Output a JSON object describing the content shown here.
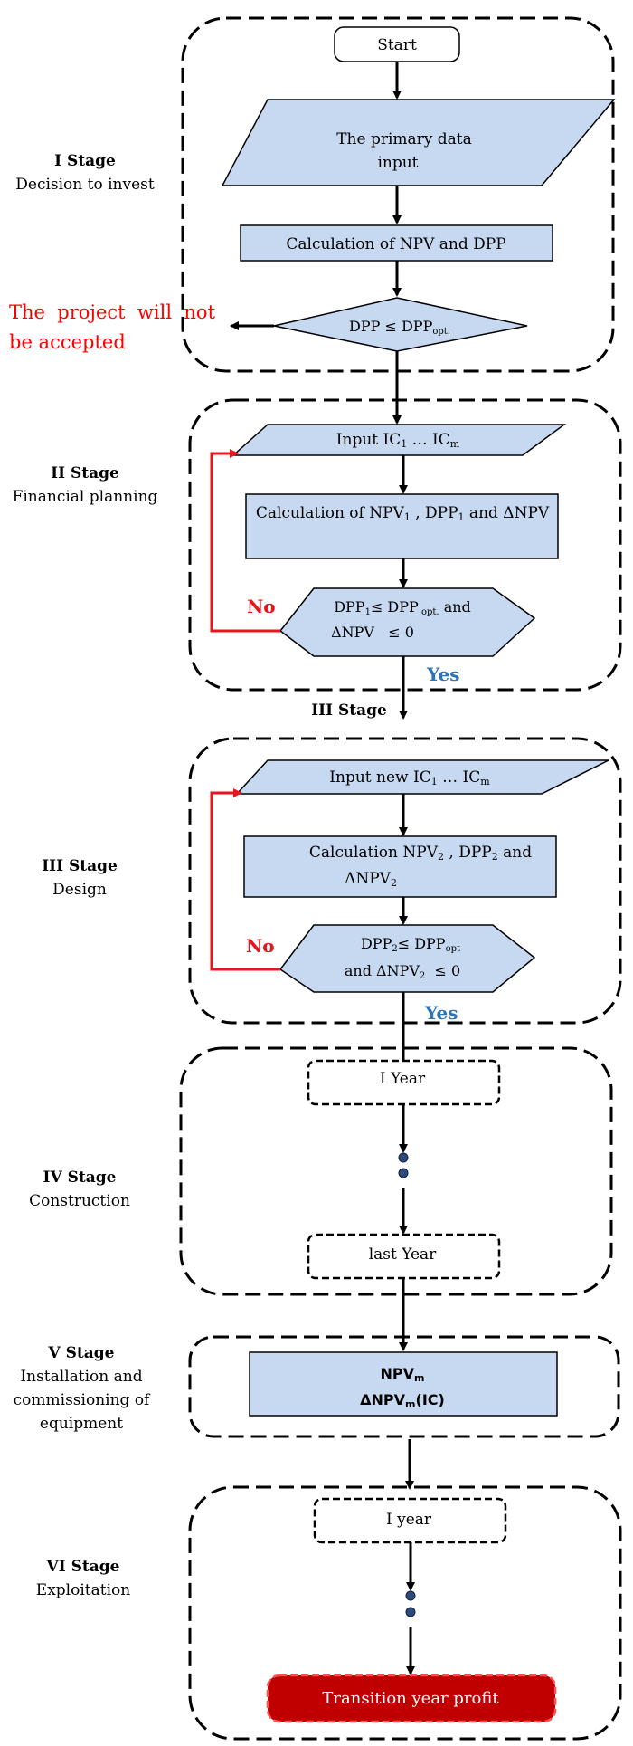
{
  "stages": [
    {
      "numeral": "I Stage",
      "caption": "Decision to invest"
    },
    {
      "numeral": "II Stage",
      "caption": "Financial planning"
    },
    {
      "numeral": "III Stage",
      "caption": "Design"
    },
    {
      "numeral": "IV Stage",
      "caption": "Construction"
    },
    {
      "numeral": "V Stage",
      "caption_lines": [
        "Installation and",
        "commissioning of",
        "equipment"
      ]
    },
    {
      "numeral": "VI Stage",
      "caption": "Exploitation"
    }
  ],
  "stage_one": {
    "start": "Start",
    "input_lines": [
      "The primary data",
      "input"
    ],
    "calc": "Calculation of NPV and DPP",
    "decision": {
      "base": "DPP ≤ DPP",
      "sub": "opt."
    },
    "rejected_lines": [
      "The  project  will  not",
      "be accepted"
    ]
  },
  "stage_two": {
    "input": {
      "a": "Input IC",
      "a_sub": "1",
      "mid": " … IC",
      "b_sub": "m"
    },
    "calc": {
      "a": "Calculation of NPV",
      "a_sub": "1",
      "mid": " , DPP",
      "b_sub": "1",
      "tail": " and ΔNPV"
    },
    "decision": {
      "l1": "DPP",
      "l1_sub": "1",
      "l1_mid": "≤ DPP",
      "l1_sub2": " opt.",
      "l1_tail": " and",
      "l2": "ΔNPV   ≤ 0"
    },
    "no": "No",
    "yes": "Yes"
  },
  "between_label": "III Stage",
  "stage_three": {
    "input": {
      "a": "Input new IC",
      "a_sub": "1",
      "mid": " … IC",
      "b_sub": "m"
    },
    "calc": {
      "l1": "Calculation NPV",
      "l1_sub": "2",
      "l1_mid": " , DPP",
      "l1_sub2": "2",
      "l1_tail": " and",
      "l2": "ΔNPV",
      "l2_sub": "2"
    },
    "decision": {
      "l1": "DPP",
      "l1_sub": "2",
      "l1_mid": "≤ DPP",
      "l1_sub2": "opt",
      "l2": "and ΔNPV",
      "l2_sub": "2",
      "l2_tail": "  ≤ 0"
    },
    "no": "No",
    "yes": "Yes"
  },
  "stage_four": {
    "first": "I Year",
    "last": "last Year"
  },
  "stage_five": {
    "line1": "NPV",
    "line1_sub": "m",
    "line2": "ΔNPV",
    "line2_sub": "m",
    "line2_tail": "(IC)"
  },
  "stage_six": {
    "first": "I year",
    "final": "Transition year profit"
  },
  "colors": {
    "box_fill": "#c6d9f1",
    "reject_red": "#ff0000",
    "no_red": "#e8141e",
    "yes_blue": "#2e75b6",
    "terminal_red": "#c00000"
  }
}
